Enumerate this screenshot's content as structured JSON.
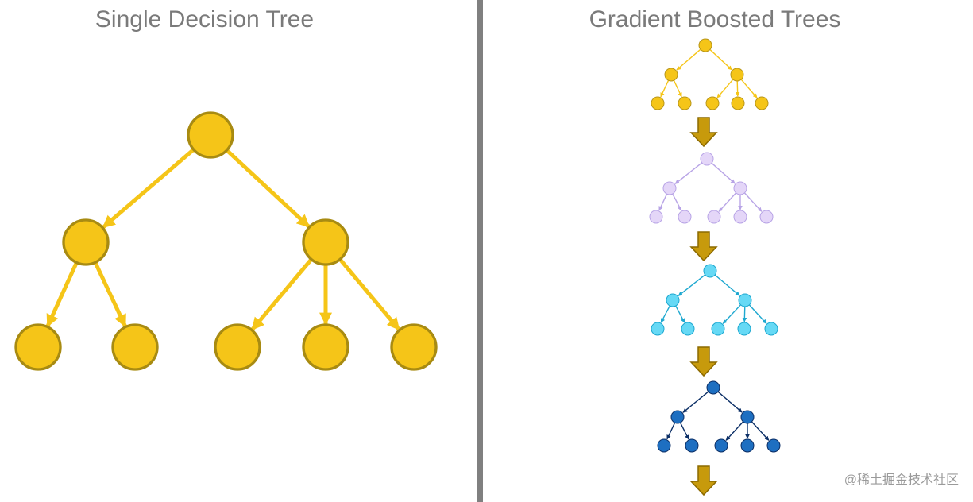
{
  "left_panel": {
    "title": "Single Decision Tree",
    "color": {
      "fill": "#F5C518",
      "stroke": "#A88B12",
      "edge": "#F5C518"
    }
  },
  "right_panel": {
    "title": "Gradient Boosted Trees",
    "trees": [
      {
        "fill": "#F5C518",
        "stroke": "#B8961A",
        "edge": "#F5C518"
      },
      {
        "fill": "#E4D6F8",
        "stroke": "#B8A4E6",
        "edge": "#B8A4E6"
      },
      {
        "fill": "#66D9F5",
        "stroke": "#1EA8D0",
        "edge": "#1EA8D0"
      },
      {
        "fill": "#1E6FC1",
        "stroke": "#0C2F66",
        "edge": "#0C2F66"
      }
    ],
    "arrow_color": {
      "fill": "#C79A0C",
      "stroke": "#8C6A00"
    }
  },
  "watermark": "@稀土掘金技术社区"
}
